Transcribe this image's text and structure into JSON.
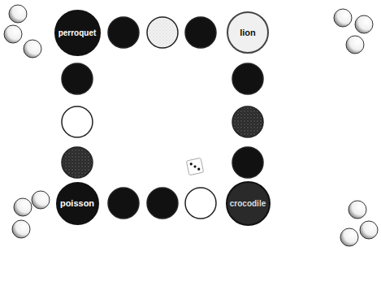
{
  "diagram": {
    "nodes": [
      {
        "text": [
          "perroquet"
        ]
      },
      {
        "text": [
          "lion"
        ]
      },
      {
        "text": [
          "poisson"
        ]
      },
      {
        "text": [
          "crocodile"
        ]
      }
    ]
  }
}
